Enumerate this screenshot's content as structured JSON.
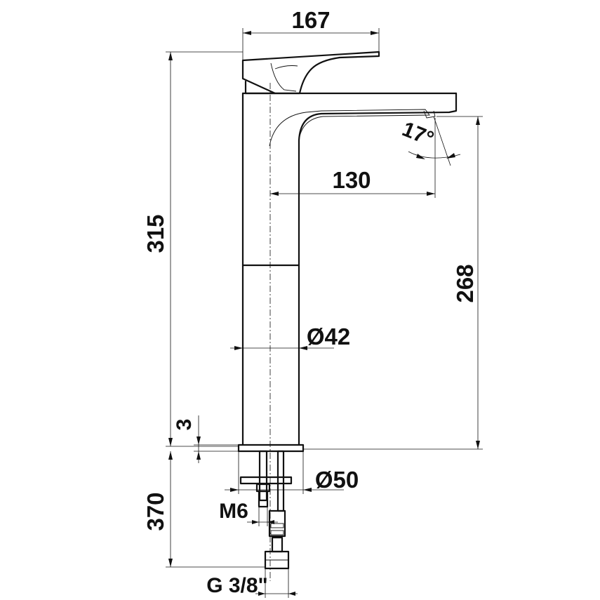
{
  "dimensions": {
    "width_total": "167",
    "height_total": "315",
    "spout_reach": "130",
    "spout_angle": "17°",
    "spout_height": "268",
    "body_diameter": "Ø42",
    "base_thickness": "3",
    "base_diameter": "Ø50",
    "shank_length": "370",
    "rod_thread": "M6",
    "hose_connection": "G 3/8\""
  }
}
